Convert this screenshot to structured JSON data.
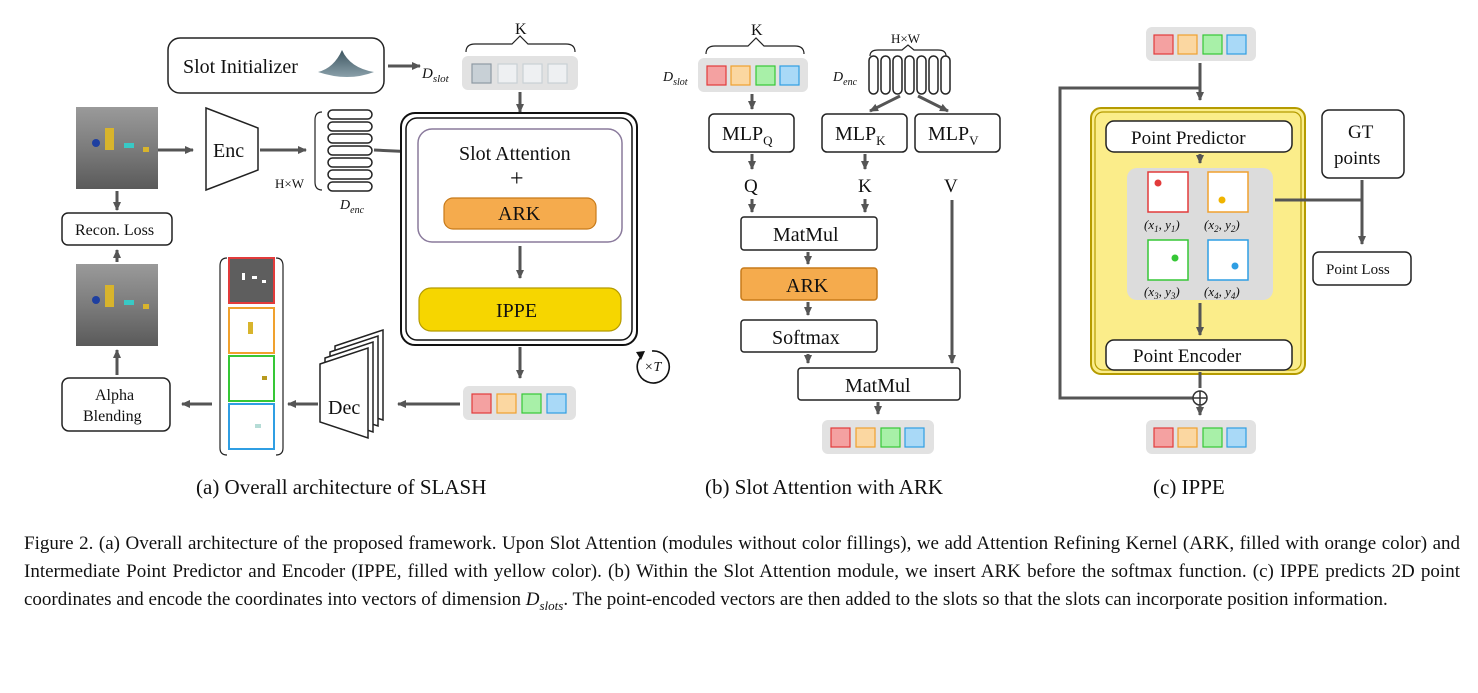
{
  "panel_a": {
    "caption": "(a) Overall architecture of SLASH",
    "slot_initializer": "Slot Initializer",
    "d_slot": "D",
    "d_slot_sub": "slot",
    "k_label": "K",
    "enc": "Enc",
    "hw": "H×W",
    "d_enc": "D",
    "d_enc_sub": "enc",
    "recon_loss": "Recon. Loss",
    "slot_attention": "Slot Attention",
    "plus": "+",
    "ark": "ARK",
    "ippe": "IPPE",
    "iterate": "×T",
    "dec": "Dec",
    "alpha_blending_1": "Alpha",
    "alpha_blending_2": "Blending"
  },
  "panel_b": {
    "caption": "(b) Slot Attention with ARK",
    "k_label": "K",
    "hw": "H×W",
    "d_slot": "D",
    "d_slot_sub": "slot",
    "d_enc": "D",
    "d_enc_sub": "enc",
    "mlp": "MLP",
    "q_sub": "Q",
    "k_sub": "K",
    "v_sub": "V",
    "q": "Q",
    "k": "K",
    "v": "V",
    "matmul1": "MatMul",
    "ark": "ARK",
    "softmax": "Softmax",
    "matmul2": "MatMul"
  },
  "panel_c": {
    "caption": "(c) IPPE",
    "point_predictor": "Point Predictor",
    "point_encoder": "Point Encoder",
    "gt_points_1": "GT",
    "gt_points_2": "points",
    "point_loss": "Point Loss",
    "coord_x1": "x",
    "coord_y1": "y",
    "sub1": "1",
    "sub2": "2",
    "sub3": "3",
    "sub4": "4",
    "oplus": "⊕"
  },
  "colors": {
    "slot_red": "#f4a1a1",
    "slot_red_border": "#e23b3b",
    "slot_orange": "#fbd7a1",
    "slot_orange_border": "#f0a12e",
    "slot_green": "#a8f0a8",
    "slot_green_border": "#36c736",
    "slot_blue": "#a9d9f7",
    "slot_blue_border": "#2f9ee3",
    "ark_fill": "#f5ab4d",
    "ippe_fill": "#f6d600",
    "ippe_box_fill": "#fbed8a",
    "slot_tray": "#e2e2e2",
    "init_slot": "#dde4e8"
  },
  "caption": {
    "label": "Figure 2.",
    "text_a": "(a) Overall architecture of the proposed framework. Upon Slot Attention (modules without color fillings), we add Attention Refining Kernel (ARK, filled with orange color) and Intermediate Point Predictor and Encoder (IPPE, filled with yellow color). (b) Within the Slot Attention module, we insert ARK before the softmax function. (c) IPPE predicts 2D point coordinates and encode the coordinates into vectors of dimension",
    "math": "D",
    "math_sub": "slots",
    "text_b": ". The point-encoded vectors are then added to the slots so that the slots can incorporate position information."
  }
}
